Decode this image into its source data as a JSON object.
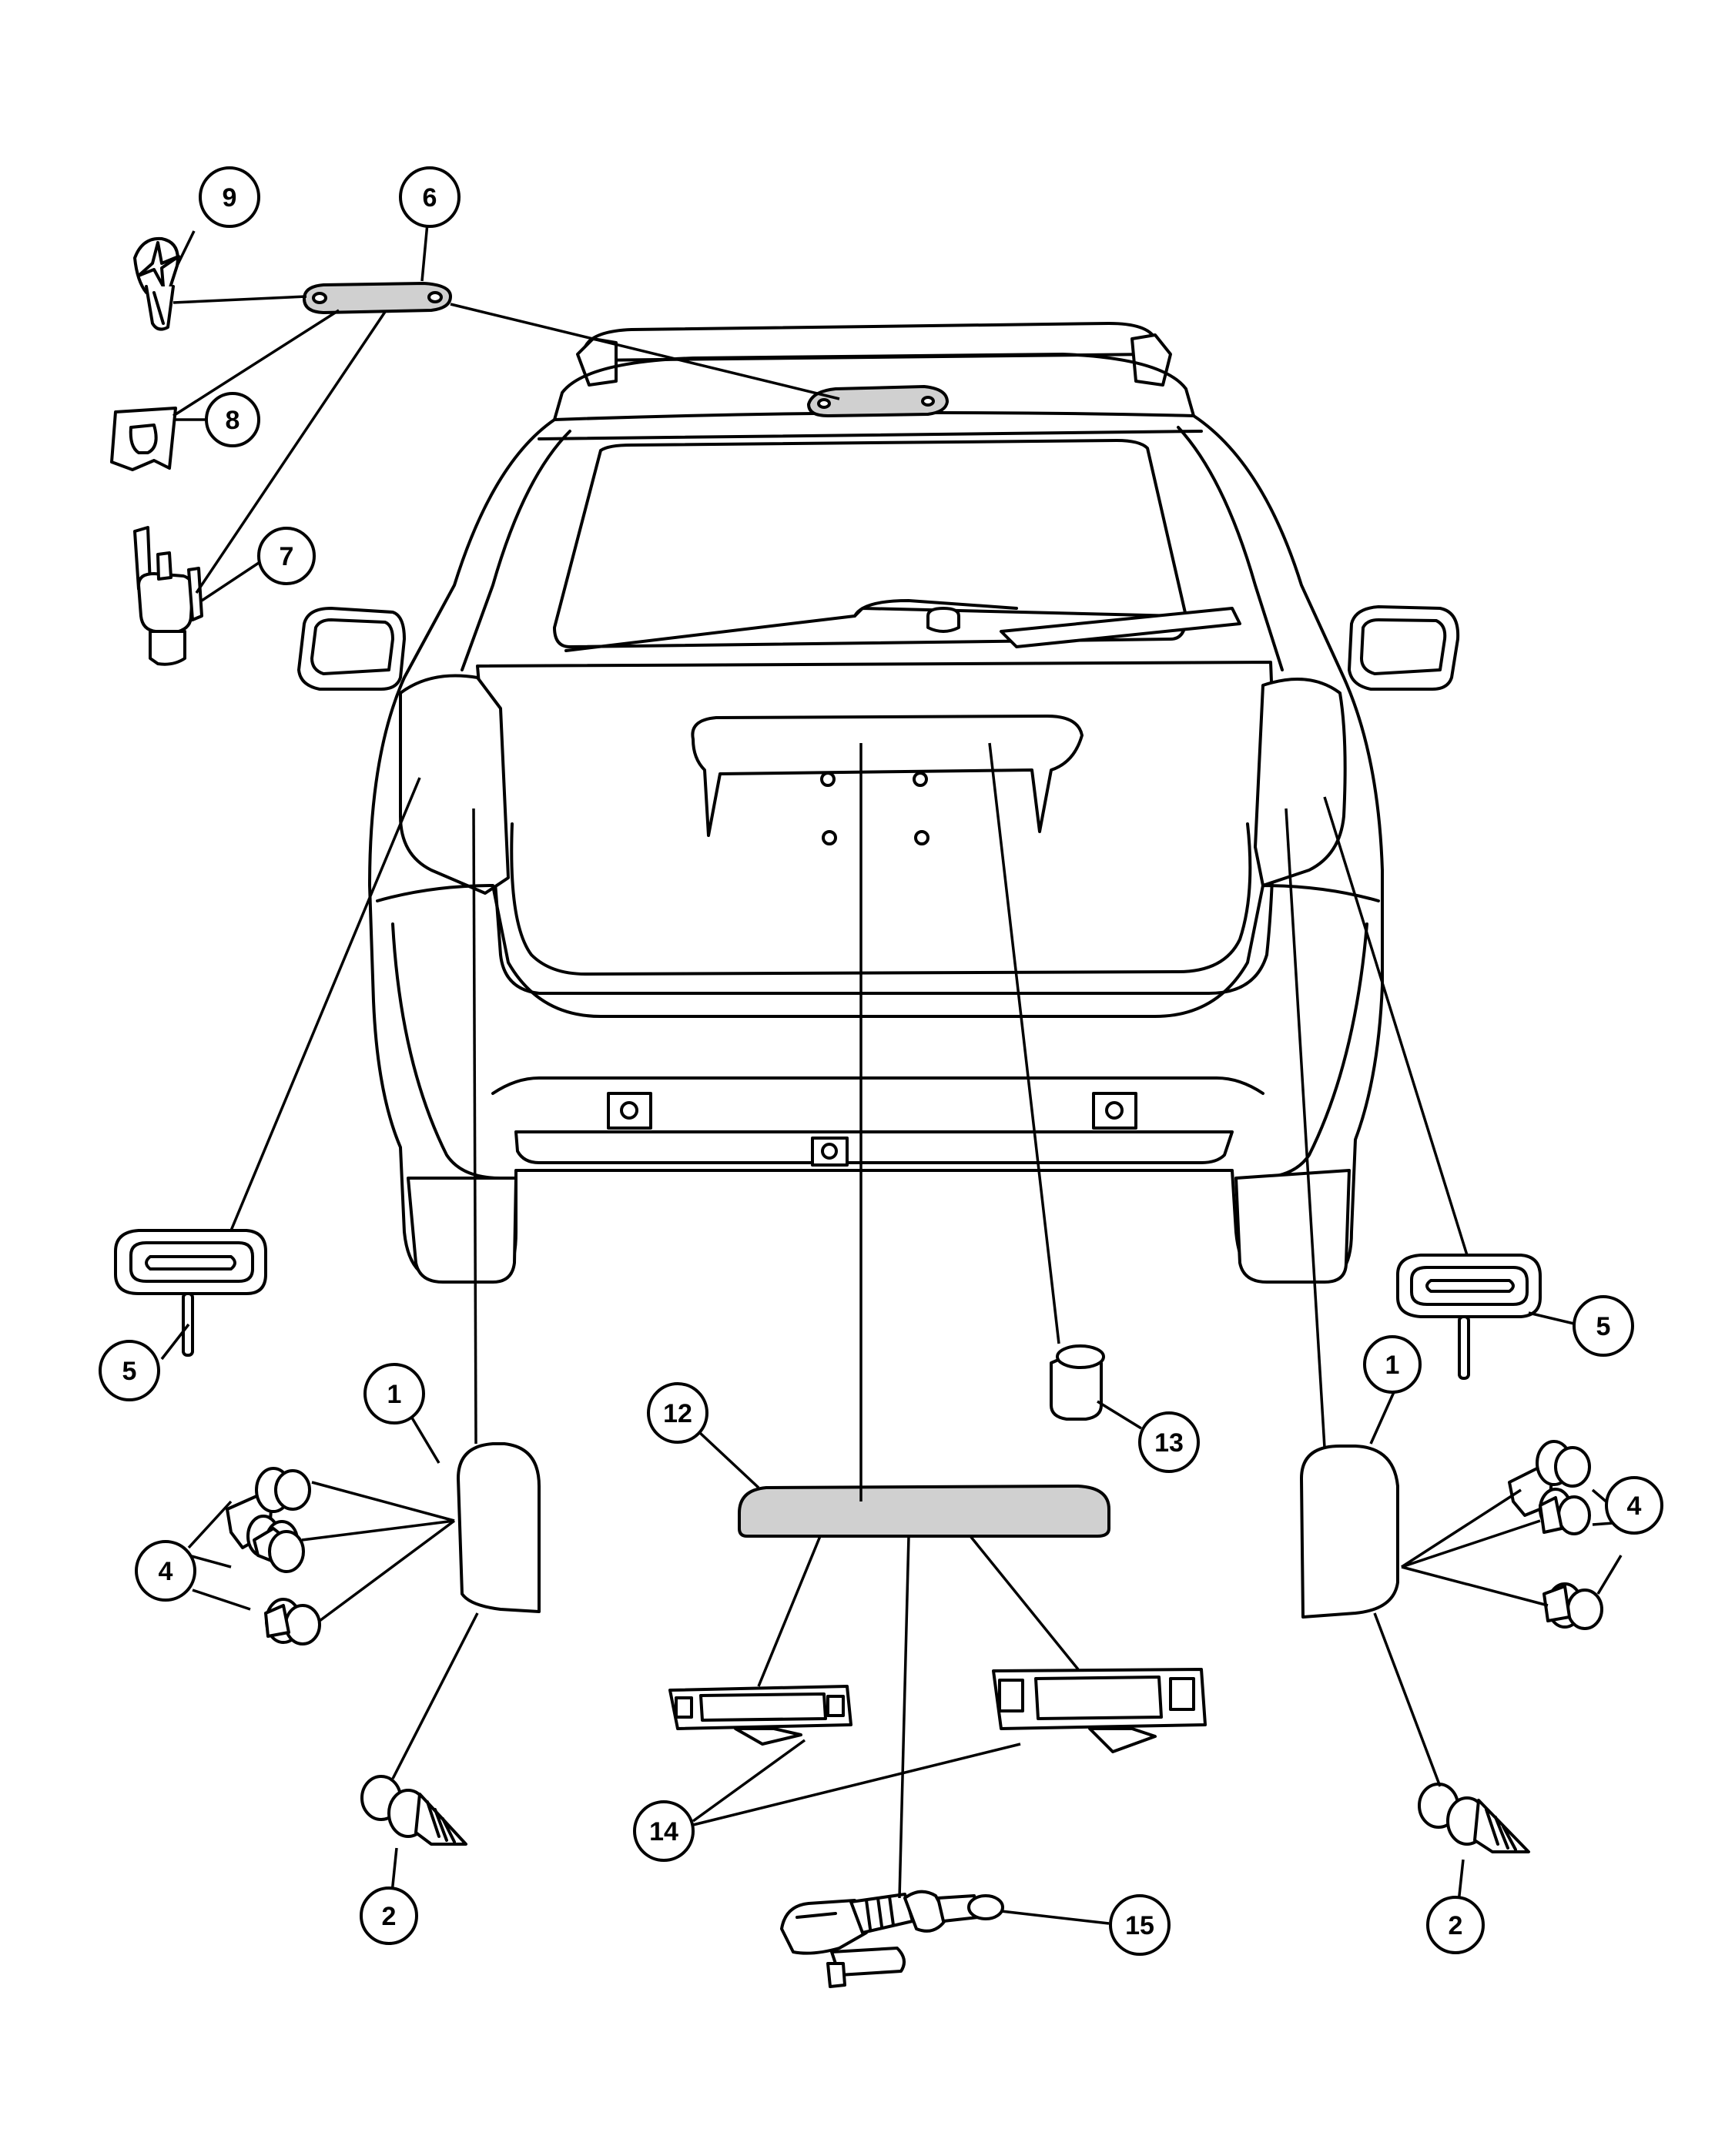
{
  "diagram": {
    "type": "exploded-parts-view",
    "callouts": [
      {
        "id": "c9",
        "label": "9"
      },
      {
        "id": "c6",
        "label": "6"
      },
      {
        "id": "c8",
        "label": "8"
      },
      {
        "id": "c7",
        "label": "7"
      },
      {
        "id": "c5l",
        "label": "5"
      },
      {
        "id": "c5r",
        "label": "5"
      },
      {
        "id": "c1l",
        "label": "1"
      },
      {
        "id": "c1r",
        "label": "1"
      },
      {
        "id": "c4l",
        "label": "4"
      },
      {
        "id": "c4r",
        "label": "4"
      },
      {
        "id": "c2l",
        "label": "2"
      },
      {
        "id": "c2r",
        "label": "2"
      },
      {
        "id": "c12",
        "label": "12"
      },
      {
        "id": "c13",
        "label": "13"
      },
      {
        "id": "c14",
        "label": "14"
      },
      {
        "id": "c15",
        "label": "15"
      }
    ]
  }
}
